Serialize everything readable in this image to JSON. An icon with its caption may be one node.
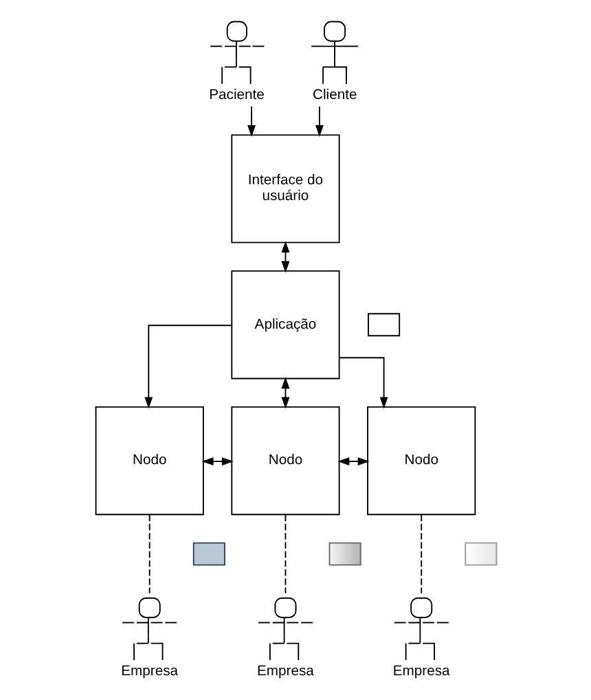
{
  "diagram": {
    "nodes": [
      {
        "text": [
          "Paciente"
        ]
      },
      {
        "text": [
          "Cliente"
        ]
      },
      {
        "text": [
          "Interface do usuário"
        ]
      },
      {
        "text": [
          "Aplicação"
        ]
      },
      {
        "text": [],
        "shape": "tape"
      },
      {
        "text": [
          "Nodo"
        ]
      },
      {
        "text": [],
        "shape": "tape"
      },
      {
        "text": [
          "Nodo"
        ]
      },
      {
        "text": [],
        "shape": "tape"
      },
      {
        "text": [
          "Nodo"
        ]
      },
      {
        "text": [],
        "shape": "tape"
      },
      {
        "text": [
          "Empresa"
        ]
      },
      {
        "text": [
          "Empresa"
        ]
      },
      {
        "text": [
          "Empresa"
        ]
      }
    ],
    "edges": [
      {
        "from": 0,
        "to": 2,
        "arrow": "to"
      },
      {
        "from": 1,
        "to": 2,
        "arrow": "to"
      },
      {
        "from": 2,
        "to": 3,
        "arrow": "both"
      },
      {
        "from": 3,
        "to": 5,
        "arrow": "to"
      },
      {
        "from": 3,
        "to": 7,
        "arrow": "both"
      },
      {
        "from": 3,
        "to": 9,
        "arrow": "to"
      },
      {
        "from": 5,
        "to": 7,
        "arrow": "both"
      },
      {
        "from": 7,
        "to": 9,
        "arrow": "both"
      },
      {
        "from": 5,
        "to": 11,
        "arrow": "none",
        "style": "dashed"
      },
      {
        "from": 7,
        "to": 12,
        "arrow": "none",
        "style": "dashed"
      },
      {
        "from": 9,
        "to": 13,
        "arrow": "none",
        "style": "dashed"
      }
    ]
  }
}
